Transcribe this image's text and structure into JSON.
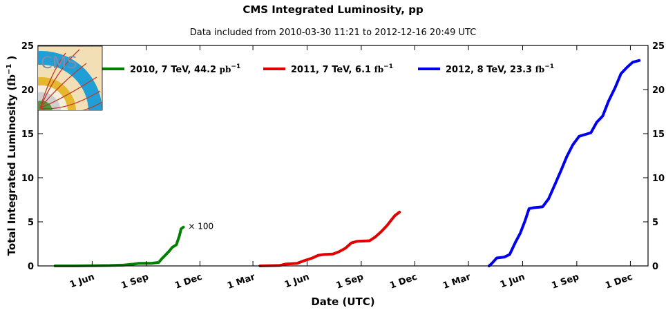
{
  "chart_data": {
    "type": "line",
    "title": "CMS Integrated Luminosity, pp",
    "subtitle": "Data included from 2010-03-30 11:21 to 2012-12-16 20:49 UTC",
    "xlabel": "Date (UTC)",
    "ylabel_text": "Total Integrated Luminosity (",
    "ylabel_unit": "fb",
    "ylabel_exp": "−1",
    "ylabel_close": ")",
    "xlim": [
      "2010-03-01",
      "2012-12-31"
    ],
    "ylim": [
      0,
      25
    ],
    "yticks": [
      0,
      5,
      10,
      15,
      20,
      25
    ],
    "xticks": [
      {
        "date": "2010-06-01",
        "label": "1 Jun"
      },
      {
        "date": "2010-09-01",
        "label": "1 Sep"
      },
      {
        "date": "2010-12-01",
        "label": "1 Dec"
      },
      {
        "date": "2011-03-01",
        "label": "1 Mar"
      },
      {
        "date": "2011-06-01",
        "label": "1 Jun"
      },
      {
        "date": "2011-09-01",
        "label": "1 Sep"
      },
      {
        "date": "2011-12-01",
        "label": "1 Dec"
      },
      {
        "date": "2012-03-01",
        "label": "1 Mar"
      },
      {
        "date": "2012-06-01",
        "label": "1 Jun"
      },
      {
        "date": "2012-09-01",
        "label": "1 Sep"
      },
      {
        "date": "2012-12-01",
        "label": "1 Dec"
      }
    ],
    "annotation": {
      "text": "× 100",
      "date": "2010-11-04",
      "y": 4.5
    },
    "logo_text": "CMS",
    "series": [
      {
        "name": "2010, 7 TeV, 44.2",
        "unit": "pb",
        "unit_exp": "−1",
        "color": "#008000",
        "scale_note": "values shown ×100",
        "points": [
          [
            "2010-03-30",
            0.0
          ],
          [
            "2010-05-01",
            0.0
          ],
          [
            "2010-06-01",
            0.02
          ],
          [
            "2010-07-01",
            0.05
          ],
          [
            "2010-07-25",
            0.1
          ],
          [
            "2010-08-10",
            0.2
          ],
          [
            "2010-08-20",
            0.3
          ],
          [
            "2010-09-10",
            0.3
          ],
          [
            "2010-09-22",
            0.4
          ],
          [
            "2010-09-27",
            0.8
          ],
          [
            "2010-10-03",
            1.2
          ],
          [
            "2010-10-10",
            1.7
          ],
          [
            "2010-10-15",
            2.1
          ],
          [
            "2010-10-22",
            2.4
          ],
          [
            "2010-10-27",
            3.4
          ],
          [
            "2010-10-30",
            4.2
          ],
          [
            "2010-11-03",
            4.4
          ]
        ]
      },
      {
        "name": "2011, 7 TeV, 6.1",
        "unit": "fb",
        "unit_exp": "−1",
        "color": "#e00000",
        "points": [
          [
            "2011-03-13",
            0.0
          ],
          [
            "2011-04-15",
            0.05
          ],
          [
            "2011-04-25",
            0.2
          ],
          [
            "2011-05-15",
            0.3
          ],
          [
            "2011-05-25",
            0.55
          ],
          [
            "2011-06-10",
            0.9
          ],
          [
            "2011-06-20",
            1.2
          ],
          [
            "2011-06-30",
            1.3
          ],
          [
            "2011-07-15",
            1.35
          ],
          [
            "2011-07-25",
            1.6
          ],
          [
            "2011-08-05",
            2.0
          ],
          [
            "2011-08-15",
            2.6
          ],
          [
            "2011-08-25",
            2.8
          ],
          [
            "2011-09-15",
            2.85
          ],
          [
            "2011-09-25",
            3.3
          ],
          [
            "2011-10-05",
            3.9
          ],
          [
            "2011-10-15",
            4.6
          ],
          [
            "2011-10-22",
            5.2
          ],
          [
            "2011-10-28",
            5.7
          ],
          [
            "2011-11-05",
            6.1
          ]
        ]
      },
      {
        "name": "2012, 8 TeV, 23.3",
        "unit": "fb",
        "unit_exp": "−1",
        "color": "#0000ee",
        "points": [
          [
            "2012-04-05",
            0.0
          ],
          [
            "2012-04-10",
            0.3
          ],
          [
            "2012-04-18",
            0.9
          ],
          [
            "2012-05-01",
            1.0
          ],
          [
            "2012-05-10",
            1.3
          ],
          [
            "2012-05-20",
            2.7
          ],
          [
            "2012-05-28",
            3.7
          ],
          [
            "2012-06-05",
            5.1
          ],
          [
            "2012-06-12",
            6.5
          ],
          [
            "2012-06-20",
            6.6
          ],
          [
            "2012-07-05",
            6.7
          ],
          [
            "2012-07-15",
            7.6
          ],
          [
            "2012-07-25",
            9.1
          ],
          [
            "2012-08-05",
            10.8
          ],
          [
            "2012-08-15",
            12.4
          ],
          [
            "2012-08-25",
            13.7
          ],
          [
            "2012-09-05",
            14.7
          ],
          [
            "2012-09-20",
            15.0
          ],
          [
            "2012-09-25",
            15.1
          ],
          [
            "2012-10-05",
            16.3
          ],
          [
            "2012-10-15",
            17.0
          ],
          [
            "2012-10-25",
            18.7
          ],
          [
            "2012-11-05",
            20.2
          ],
          [
            "2012-11-15",
            21.8
          ],
          [
            "2012-11-25",
            22.5
          ],
          [
            "2012-12-05",
            23.1
          ],
          [
            "2012-12-16",
            23.3
          ]
        ]
      }
    ]
  }
}
